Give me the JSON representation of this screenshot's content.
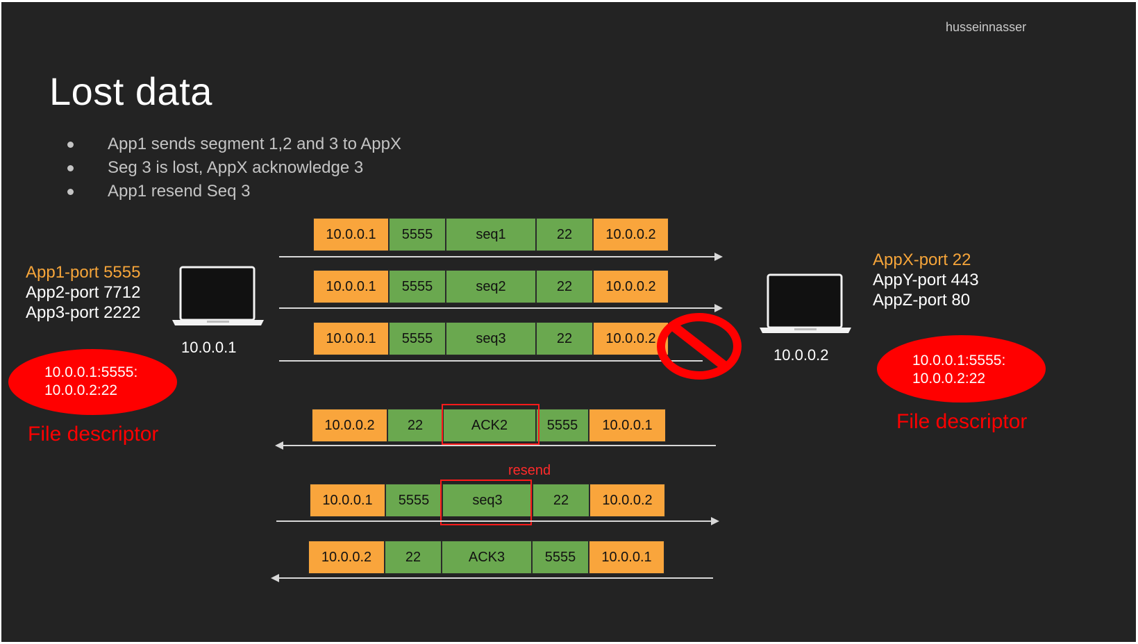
{
  "brand": "husseinnasser",
  "title": "Lost data",
  "bullets": [
    "App1 sends segment 1,2 and 3 to AppX",
    "Seg 3 is lost, AppX acknowledge 3",
    "App1 resend Seq 3"
  ],
  "left_host": {
    "ports": [
      "App1-port 5555",
      "App2-port 7712",
      "App3-port 2222"
    ],
    "ip": "10.0.0.1",
    "fd_lines": [
      "10.0.0.1:5555:",
      "10.0.0.2:22"
    ],
    "fd_label": "File descriptor",
    "icon": "laptop-icon"
  },
  "right_host": {
    "ports": [
      "AppX-port 22",
      "AppY-port 443",
      "AppZ-port 80"
    ],
    "ip": "10.0.0.2",
    "fd_lines": [
      "10.0.0.1:5555:",
      "10.0.0.2:22"
    ],
    "fd_label": "File descriptor",
    "icon": "laptop-icon"
  },
  "packets": [
    {
      "cells": [
        "10.0.0.1",
        "5555",
        "seq1",
        "22",
        "10.0.0.2"
      ],
      "direction": "right"
    },
    {
      "cells": [
        "10.0.0.1",
        "5555",
        "seq2",
        "22",
        "10.0.0.2"
      ],
      "direction": "right"
    },
    {
      "cells": [
        "10.0.0.1",
        "5555",
        "seq3",
        "22",
        "10.0.0.2"
      ],
      "direction": "right"
    },
    {
      "cells": [
        "10.0.0.2",
        "22",
        "ACK2",
        "5555",
        "10.0.0.1"
      ],
      "direction": "left"
    },
    {
      "cells": [
        "10.0.0.1",
        "5555",
        "seq3",
        "22",
        "10.0.0.2"
      ],
      "direction": "right"
    },
    {
      "cells": [
        "10.0.0.2",
        "22",
        "ACK3",
        "5555",
        "10.0.0.1"
      ],
      "direction": "left"
    }
  ],
  "resend_label": "resend",
  "lost_icon": "prohibited-icon",
  "colors": {
    "background": "#232323",
    "ip_cell": "#f9a53c",
    "port_cell": "#6aa84f",
    "highlight": "#ff0000",
    "port_highlight": "#f6a53a"
  }
}
